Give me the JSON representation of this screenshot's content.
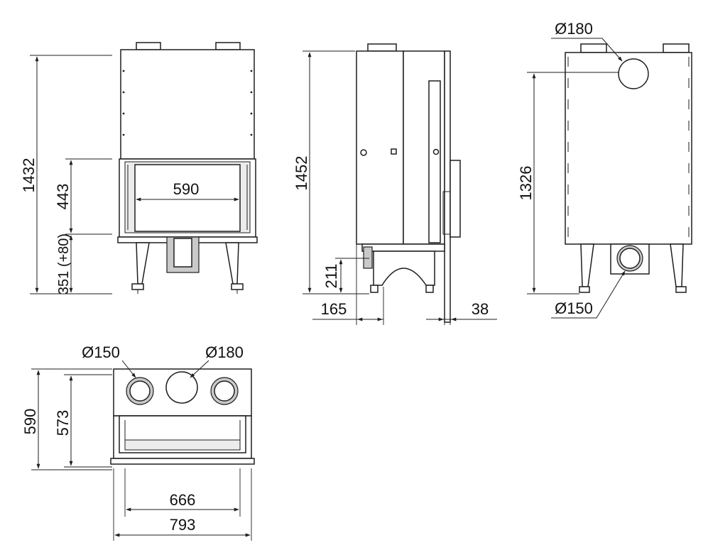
{
  "labels": {
    "front_height_total": "1432",
    "front_glass_height": "443",
    "front_base_height": "351 (+80)",
    "front_opening_width": "590",
    "side_height_total": "1452",
    "side_foot_height": "211",
    "side_depth_offset": "165",
    "side_frame_depth": "38",
    "rear_outlet_height": "1326",
    "rear_outlet_diameter": "Ø180",
    "rear_inlet_diameter": "Ø150",
    "top_depth_total": "590",
    "top_depth_inner": "573",
    "top_inlet_diameter": "Ø150",
    "top_outlet_diameter": "Ø180",
    "top_inner_width": "666",
    "top_outer_width": "793"
  }
}
